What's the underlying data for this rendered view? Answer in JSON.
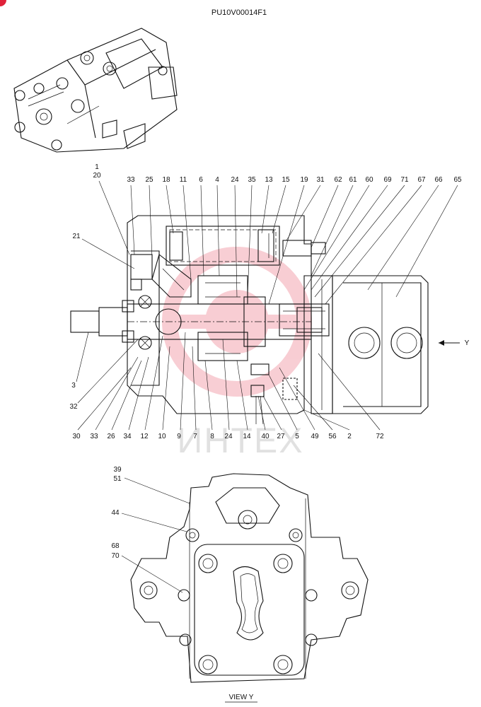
{
  "header": {
    "code": "PU10V00014F1"
  },
  "watermark": {
    "text": "ИНТЕХ",
    "color": "#e0223a"
  },
  "labels": {
    "top": [
      "1",
      "20",
      "33",
      "25",
      "18",
      "11",
      "6",
      "4",
      "24",
      "35",
      "13",
      "15",
      "19",
      "31",
      "62",
      "61",
      "60",
      "69",
      "71",
      "67",
      "66",
      "65"
    ],
    "left": [
      "21",
      "3",
      "32"
    ],
    "right": [
      "Y"
    ],
    "bottom": [
      "30",
      "33",
      "26",
      "34",
      "12",
      "10",
      "9",
      "7",
      "8",
      "24",
      "14",
      "40",
      "27",
      "5",
      "49",
      "56",
      "2",
      "72"
    ],
    "view_y": [
      "39",
      "51",
      "44",
      "68",
      "70"
    ]
  },
  "view_label": "VIEW  Y",
  "colors": {
    "line": "#111111",
    "watermark": "#e0223a",
    "background": "#ffffff"
  }
}
